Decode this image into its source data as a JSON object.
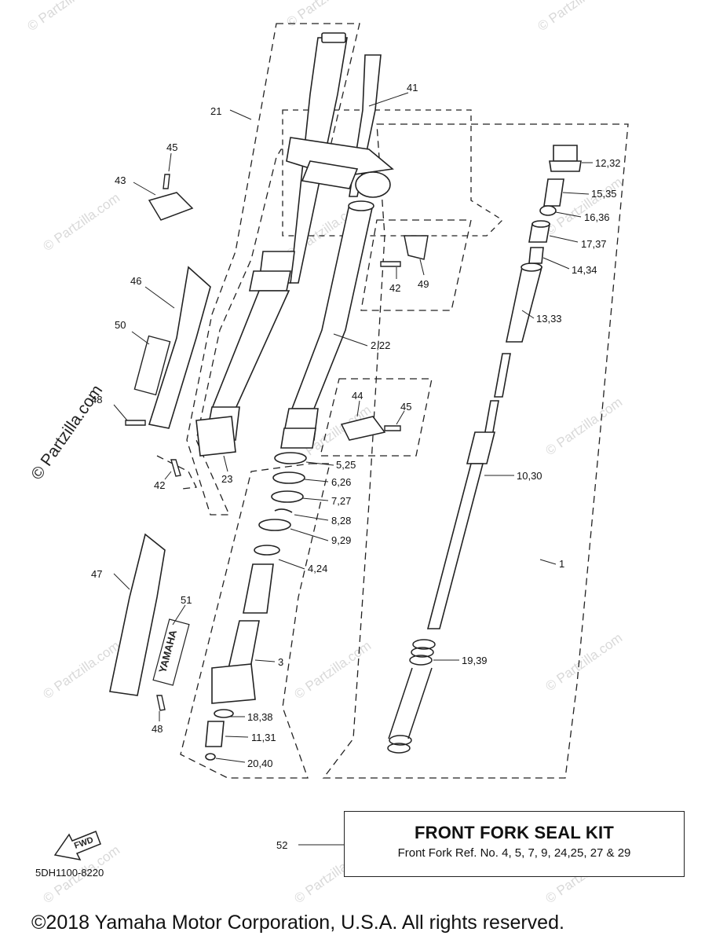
{
  "diagram": {
    "callouts": [
      {
        "id": "c1",
        "text": "1"
      },
      {
        "id": "c2_22",
        "text": "2,22"
      },
      {
        "id": "c3",
        "text": "3"
      },
      {
        "id": "c4_24",
        "text": "4,24"
      },
      {
        "id": "c5_25",
        "text": "5,25"
      },
      {
        "id": "c6_26",
        "text": "6,26"
      },
      {
        "id": "c7_27",
        "text": "7,27"
      },
      {
        "id": "c8_28",
        "text": "8,28"
      },
      {
        "id": "c9_29",
        "text": "9,29"
      },
      {
        "id": "c10_30",
        "text": "10,30"
      },
      {
        "id": "c11_31",
        "text": "11,31"
      },
      {
        "id": "c12_32",
        "text": "12,32"
      },
      {
        "id": "c13_33",
        "text": "13,33"
      },
      {
        "id": "c14_34",
        "text": "14,34"
      },
      {
        "id": "c15_35",
        "text": "15,35"
      },
      {
        "id": "c16_36",
        "text": "16,36"
      },
      {
        "id": "c17_37",
        "text": "17,37"
      },
      {
        "id": "c18_38",
        "text": "18,38"
      },
      {
        "id": "c19_39",
        "text": "19,39"
      },
      {
        "id": "c20_40",
        "text": "20,40"
      },
      {
        "id": "c21",
        "text": "21"
      },
      {
        "id": "c23",
        "text": "23"
      },
      {
        "id": "c41",
        "text": "41"
      },
      {
        "id": "c42a",
        "text": "42"
      },
      {
        "id": "c42b",
        "text": "42"
      },
      {
        "id": "c43",
        "text": "43"
      },
      {
        "id": "c44",
        "text": "44"
      },
      {
        "id": "c45a",
        "text": "45"
      },
      {
        "id": "c45b",
        "text": "45"
      },
      {
        "id": "c46",
        "text": "46"
      },
      {
        "id": "c47",
        "text": "47"
      },
      {
        "id": "c48a",
        "text": "48"
      },
      {
        "id": "c48b",
        "text": "48"
      },
      {
        "id": "c49",
        "text": "49"
      },
      {
        "id": "c50",
        "text": "50"
      },
      {
        "id": "c51",
        "text": "51"
      },
      {
        "id": "c52",
        "text": "52"
      }
    ],
    "fwd_label": "FWD",
    "decal_text": "YAMAHA",
    "diagram_code": "5DH1100-8220",
    "watermark": "© Partzilla.com"
  },
  "kit": {
    "title": "FRONT FORK SEAL KIT",
    "description": "Front Fork Ref. No. 4, 5, 7, 9, 24,25, 27 & 29"
  },
  "footer": {
    "copyright": "©2018  Yamaha Motor Corporation, U.S.A. All rights reserved."
  }
}
